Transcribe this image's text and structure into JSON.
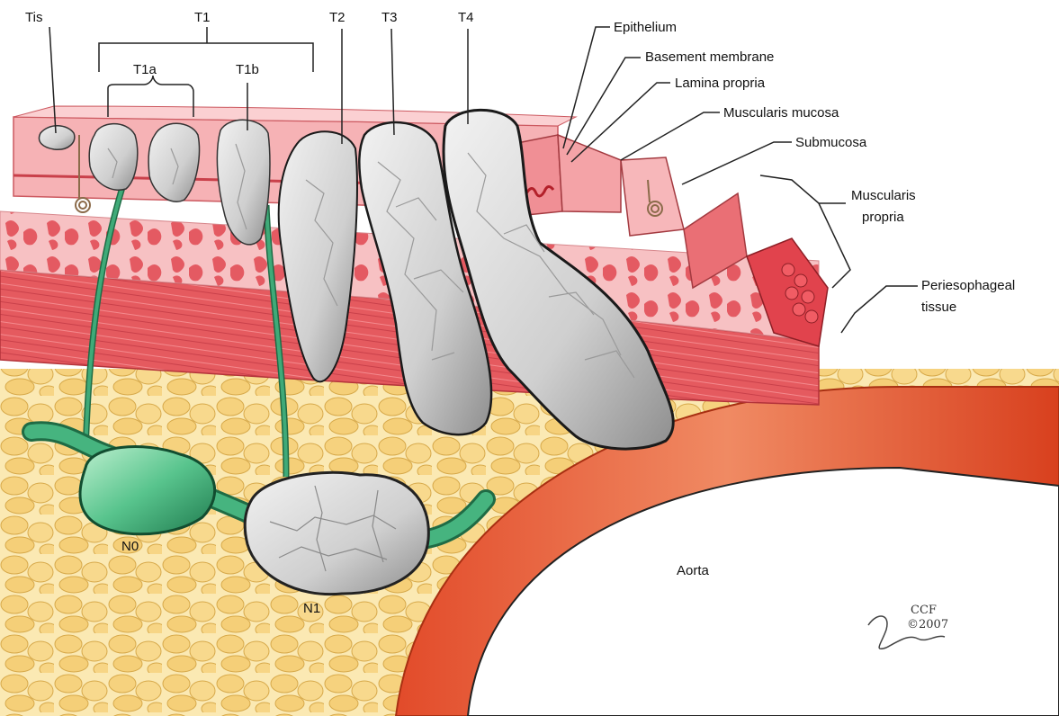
{
  "stages": {
    "tis": "Tis",
    "t1": "T1",
    "t1a": "T1a",
    "t1b": "T1b",
    "t2": "T2",
    "t3": "T3",
    "t4": "T4"
  },
  "layers": {
    "epithelium": "Epithelium",
    "basement_membrane": "Basement membrane",
    "lamina_propria": "Lamina propria",
    "muscularis_mucosa": "Muscularis mucosa",
    "submucosa": "Submucosa",
    "muscularis_propria_line1": "Muscularis",
    "muscularis_propria_line2": "propria",
    "periesophageal_line1": "Periesophageal",
    "periesophageal_line2": "tissue"
  },
  "nodes": {
    "n0": "N0",
    "n1": "N1"
  },
  "aorta": "Aorta",
  "credit": {
    "org": "CCF",
    "year": "©2007"
  },
  "colors": {
    "mucosa_pink": "#f4b7b9",
    "muscle_red": "#e2535a",
    "fat_yellow": "#f6d98a",
    "aorta_red": "#e8603d",
    "tumor_gray": "#d9d9d9",
    "lymph_green": "#3faa78"
  }
}
